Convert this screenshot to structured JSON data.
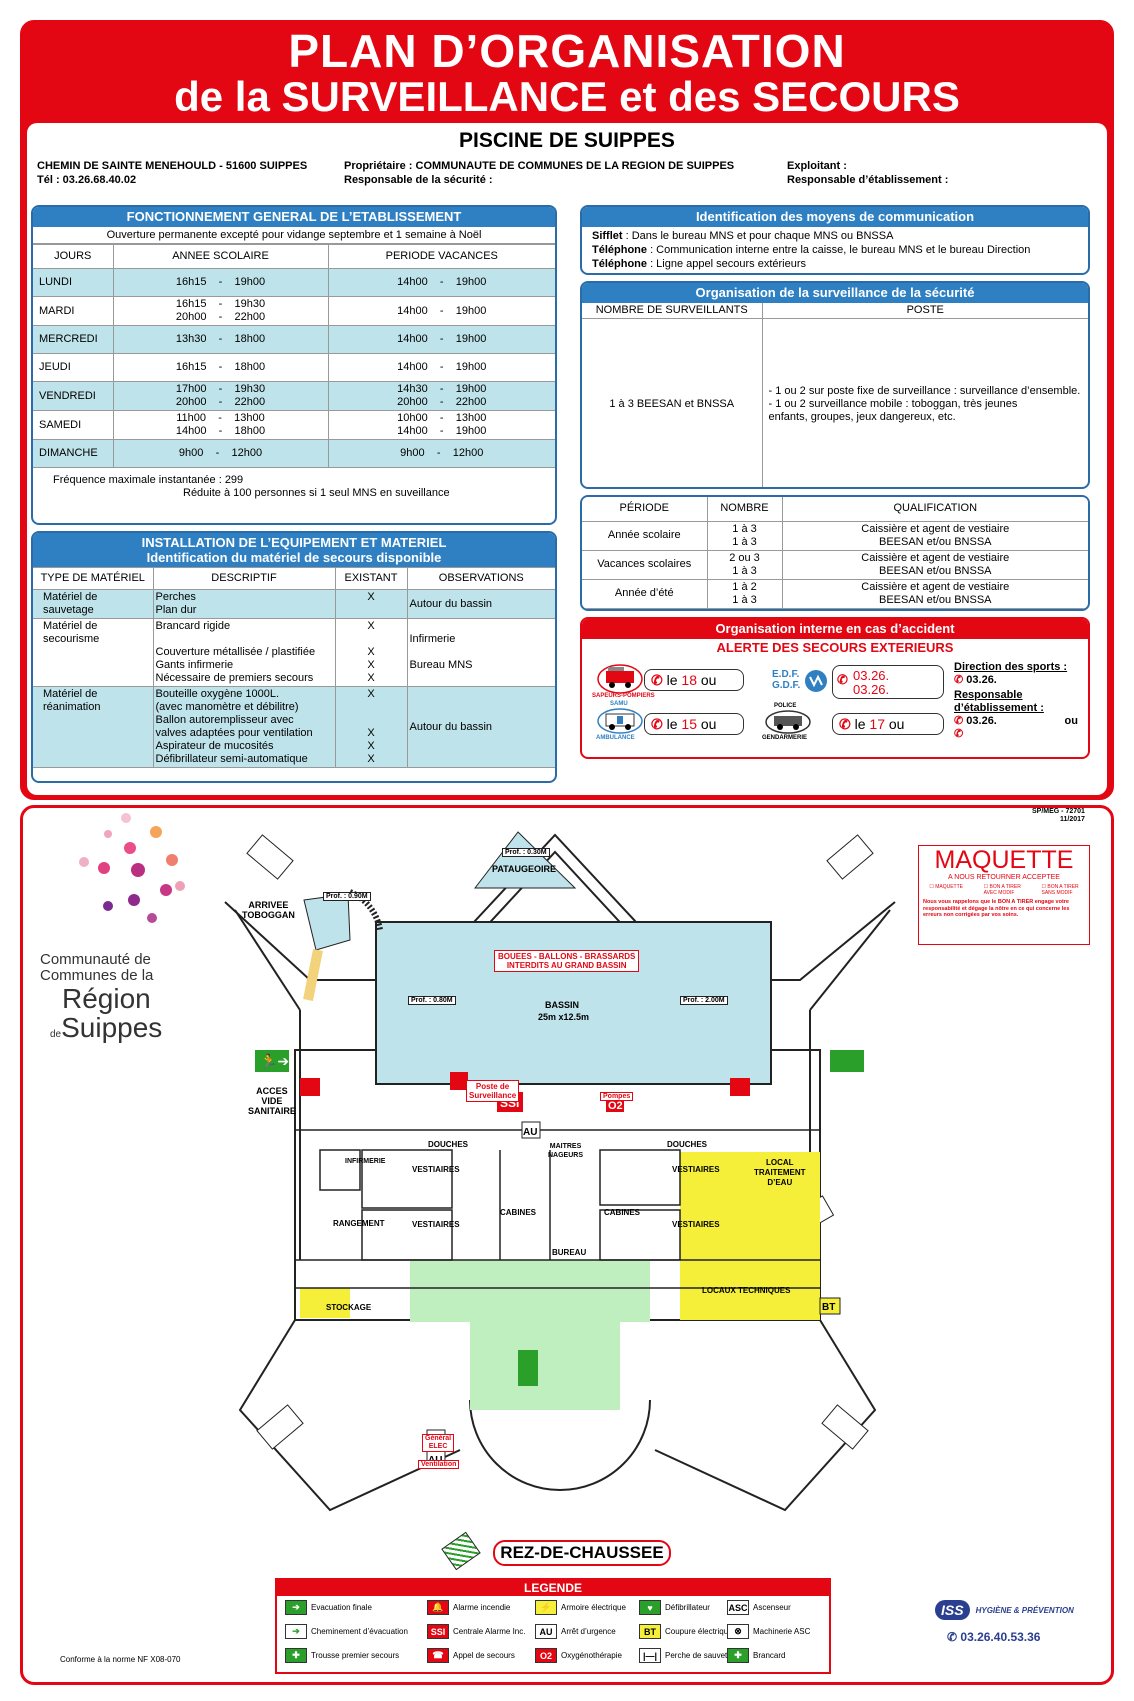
{
  "header": {
    "line1": "PLAN D’ORGANISATION",
    "line2": "de la SURVEILLANCE et des SECOURS"
  },
  "subtitle": "PISCINE DE SUIPPES",
  "info": {
    "address": "CHEMIN DE SAINTE MENEHOULD - 51600 SUIPPES",
    "phone": "Tél : 03.26.68.40.02",
    "owner": "Propriétaire : COMMUNAUTE DE COMMUNES DE LA REGION DE SUIPPES",
    "security_manager": "Responsable de la sécurité :",
    "operator": "Exploitant :",
    "establishment_manager": "Responsable d’établissement :"
  },
  "fonctionnement": {
    "title": "FONCTIONNEMENT GENERAL DE L’ETABLISSEMENT",
    "note": "Ouverture permanente excepté pour vidange septembre et 1 semaine à Noël",
    "headers": [
      "JOURS",
      "ANNEE SCOLAIRE",
      "PERIODE VACANCES"
    ],
    "rows": [
      {
        "day": "LUNDI",
        "school": "16h15    -    19h00",
        "holiday": "14h00    -    19h00"
      },
      {
        "day": "MARDI",
        "school": "16h15    -    19h30\n20h00    -    22h00",
        "holiday": "14h00    -    19h00"
      },
      {
        "day": "MERCREDI",
        "school": "13h30    -    18h00",
        "holiday": "14h00    -    19h00"
      },
      {
        "day": "JEUDI",
        "school": "16h15    -    18h00",
        "holiday": "14h00    -    19h00"
      },
      {
        "day": "VENDREDI",
        "school": "17h00    -    19h30\n20h00    -    22h00",
        "holiday": "14h30    -    19h00\n20h00    -    22h00"
      },
      {
        "day": "SAMEDI",
        "school": "11h00    -    13h00\n14h00    -    18h00",
        "holiday": "10h00    -    13h00\n14h00    -    19h00"
      },
      {
        "day": "DIMANCHE",
        "school": "9h00    -    12h00",
        "holiday": "9h00    -    12h00"
      }
    ],
    "freq1": "Fréquence maximale instantanée : 299",
    "freq2": "Réduite à 100 personnes si 1 seul MNS en suveillance"
  },
  "installation": {
    "title1": "INSTALLATION DE L’EQUIPEMENT ET MATERIEL",
    "title2": "Identification du matériel de secours disponible",
    "headers": [
      "TYPE DE MATÉRIEL",
      "DESCRIPTIF",
      "EXISTANT",
      "OBSERVATIONS"
    ],
    "rows": [
      {
        "type": "Matériel de\nsauvetage",
        "desc": "Perches\nPlan dur",
        "exist": "X",
        "obs": "Autour du bassin"
      },
      {
        "type": "Matériel de\nsecourisme",
        "desc": "Brancard rigide\n\nCouverture métallisée / plastifiée\nGants infirmerie\nNécessaire de premiers secours",
        "exist": "X\n\nX\nX\nX",
        "obs": "Infirmerie\n\nBureau MNS"
      },
      {
        "type": "Matériel de\nréanimation",
        "desc": "Bouteille oxygène 1000L.\n(avec manomètre et débilitre)\nBallon autoremplisseur avec\nvalves adaptées pour ventilation\nAspirateur de mucosités\nDéfibrillateur semi-automatique",
        "exist": "X\n\n\nX\nX\nX",
        "obs": "Autour du bassin"
      }
    ]
  },
  "communication": {
    "title": "Identification des moyens  de communication",
    "lines": [
      {
        "k": "Sifflet",
        "v": " : Dans le bureau MNS et pour chaque MNS ou BNSSA"
      },
      {
        "k": "Téléphone",
        "v": " : Communication interne entre la caisse, le bureau MNS et le bureau Direction"
      },
      {
        "k": "Téléphone",
        "v": " : Ligne appel secours extérieurs"
      }
    ]
  },
  "surveillance": {
    "title": "Organisation de la surveillance de la sécurité",
    "headers": [
      "NOMBRE DE SURVEILLANTS",
      "POSTE"
    ],
    "count": "1 à 3 BEESAN et BNSSA",
    "poste": "- 1 ou 2 sur poste fixe de surveillance : surveillance d’ensemble.\n- 1 ou 2 surveillance mobile : toboggan, très jeunes\n   enfants, groupes, jeux dangereux,  etc."
  },
  "periodes": {
    "headers": [
      "PÉRIODE",
      "NOMBRE",
      "QUALIFICATION"
    ],
    "rows": [
      {
        "p": "Année scolaire",
        "n": "1 à 3\n1 à 3",
        "q": "Caissière et agent de vestiaire\nBEESAN et/ou BNSSA"
      },
      {
        "p": "Vacances scolaires",
        "n": "2 ou 3\n1 à 3",
        "q": "Caissière et agent de vestiaire\nBEESAN et/ou BNSSA"
      },
      {
        "p": "Année d’été",
        "n": "1 à 2\n1 à 3",
        "q": "Caissière et agent de vestiaire\nBEESAN et/ou BNSSA"
      }
    ]
  },
  "accident": {
    "title": "Organisation interne en cas d’accident",
    "alert": "ALERTE DES SECOURS EXTERIEURS",
    "pompiers": "SAPEURS-POMPIERS",
    "samu": "SAMU",
    "ambulance": "AMBULANCE",
    "police": "POLICE",
    "gendarmerie": "GENDARMERIE",
    "call18_pre": "le ",
    "call18": "18",
    "call18_post": " ou",
    "call15_pre": "le ",
    "call15": "15",
    "call15_post": " ou",
    "call17_pre": "le ",
    "call17": "17",
    "call17_post": " ou",
    "edf": "E.D.F.",
    "gdf": "G.D.F.",
    "edf_num1": "03.26.",
    "edf_num2": "03.26.",
    "direction": "Direction des sports :",
    "direction_num": "03.26.",
    "resp": "Responsable\nd’établissement :",
    "resp_num": "03.26.",
    "resp_or": "ou"
  },
  "ref": {
    "code": "SP/MEG - 72701",
    "date": "11/2017"
  },
  "logo": {
    "line1": "Communauté de",
    "line2": "Communes de la",
    "line3": "Région",
    "line4_pre": "de",
    "line4": "Suippes"
  },
  "maquette": {
    "title": "MAQUETTE",
    "subtitle": "A NOUS RETOURNER ACCEPTEE",
    "opt1": "MAQUETTE",
    "opt2": "BON A TIRER\nAVEC MODIF",
    "opt3": "BON A TIRER\nSANS MODIF",
    "note": "Nous vous rappelons que le BON A TIRER engage votre responsabilité et dégage la nôtre en ce qui concerne les erreurs non corrigées par vos soins."
  },
  "plan": {
    "pataugeoire": "PATAUGEOIRE",
    "prof_pat": "Prof. : 0.30M",
    "toboggan": "ARRIVEE\nTOBOGGAN",
    "prof_tob": "Prof. : 0.90M",
    "bassin": "BASSIN",
    "bassin_dim": "25m x12.5m",
    "prof_left": "Prof. : 0.80M",
    "prof_right": "Prof. : 2.00M",
    "warning": "BOUEES - BALLONS - BRASSARDS\nINTERDITS AU GRAND BASSIN",
    "acces": "ACCES\nVIDE\nSANITAIRE",
    "poste": "Poste de\nSurveillance",
    "pompes": "Pompes",
    "douches": "DOUCHES",
    "infirmerie": "INFIRMERIE",
    "vestiaires": "VESTIAIRES",
    "maitres": "MAITRES\nNAGEURS",
    "local_eau": "LOCAL\nTRAITEMENT\nD’EAU",
    "rangement": "RANGEMENT",
    "cabines": "CABINES",
    "bureau": "BUREAU",
    "stockage": "STOCKAGE",
    "locaux": "LOCAUX TECHNIQUES",
    "general": "Général\nELEC",
    "ventilation": "Ventilation",
    "level": "REZ-DE-CHAUSSEE"
  },
  "legend": {
    "title": "LEGENDE",
    "items": [
      "Evacuation finale",
      "Alarme incendie",
      "Armoire électrique",
      "Défibrillateur",
      "Ascenseur",
      "Cheminement d’évacuation",
      "Centrale Alarme Inc.",
      "Arrêt d’urgence",
      "Coupure électrique",
      "Machinerie ASC",
      "Trousse premier secours",
      "Appel de secours",
      "Oxygénothérapie",
      "Perche de sauvetage",
      "Brancard"
    ]
  },
  "norme": "Conforme à la norme NF X08-070",
  "iss": {
    "brand": "ISS",
    "tag": "HYGIÈNE & PRÉVENTION",
    "phone": "03.26.40.53.36"
  },
  "colors": {
    "red": "#e30613",
    "blue": "#2f80c2",
    "tint": "#bfe3ea",
    "green": "#bfeebf",
    "yellow": "#f5ef3a"
  }
}
